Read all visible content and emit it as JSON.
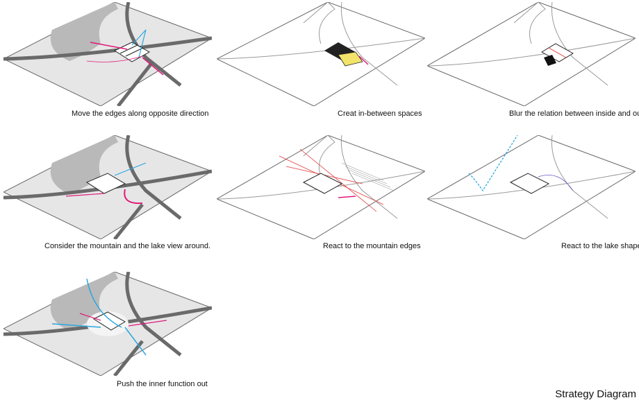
{
  "title": "Strategy Diagram",
  "colors": {
    "accent_magenta": "#e0197a",
    "accent_blue": "#2aa6e0",
    "accent_yellow": "#f2e46a",
    "accent_red": "#e23a3a",
    "road": "#6a6a6a",
    "mountain": "#b9b9b9",
    "ground": "#e6e6e6"
  },
  "panels": [
    {
      "caption": "Move the edges along opposite direction"
    },
    {
      "caption": "Creat in-between spaces"
    },
    {
      "caption": "Blur the relation between inside and out"
    },
    {
      "caption": "Consider the mountain and the lake view around."
    },
    {
      "caption": "React to the mountain edges"
    },
    {
      "caption": "React to the lake shape"
    },
    {
      "caption": "Push the inner function out"
    }
  ]
}
